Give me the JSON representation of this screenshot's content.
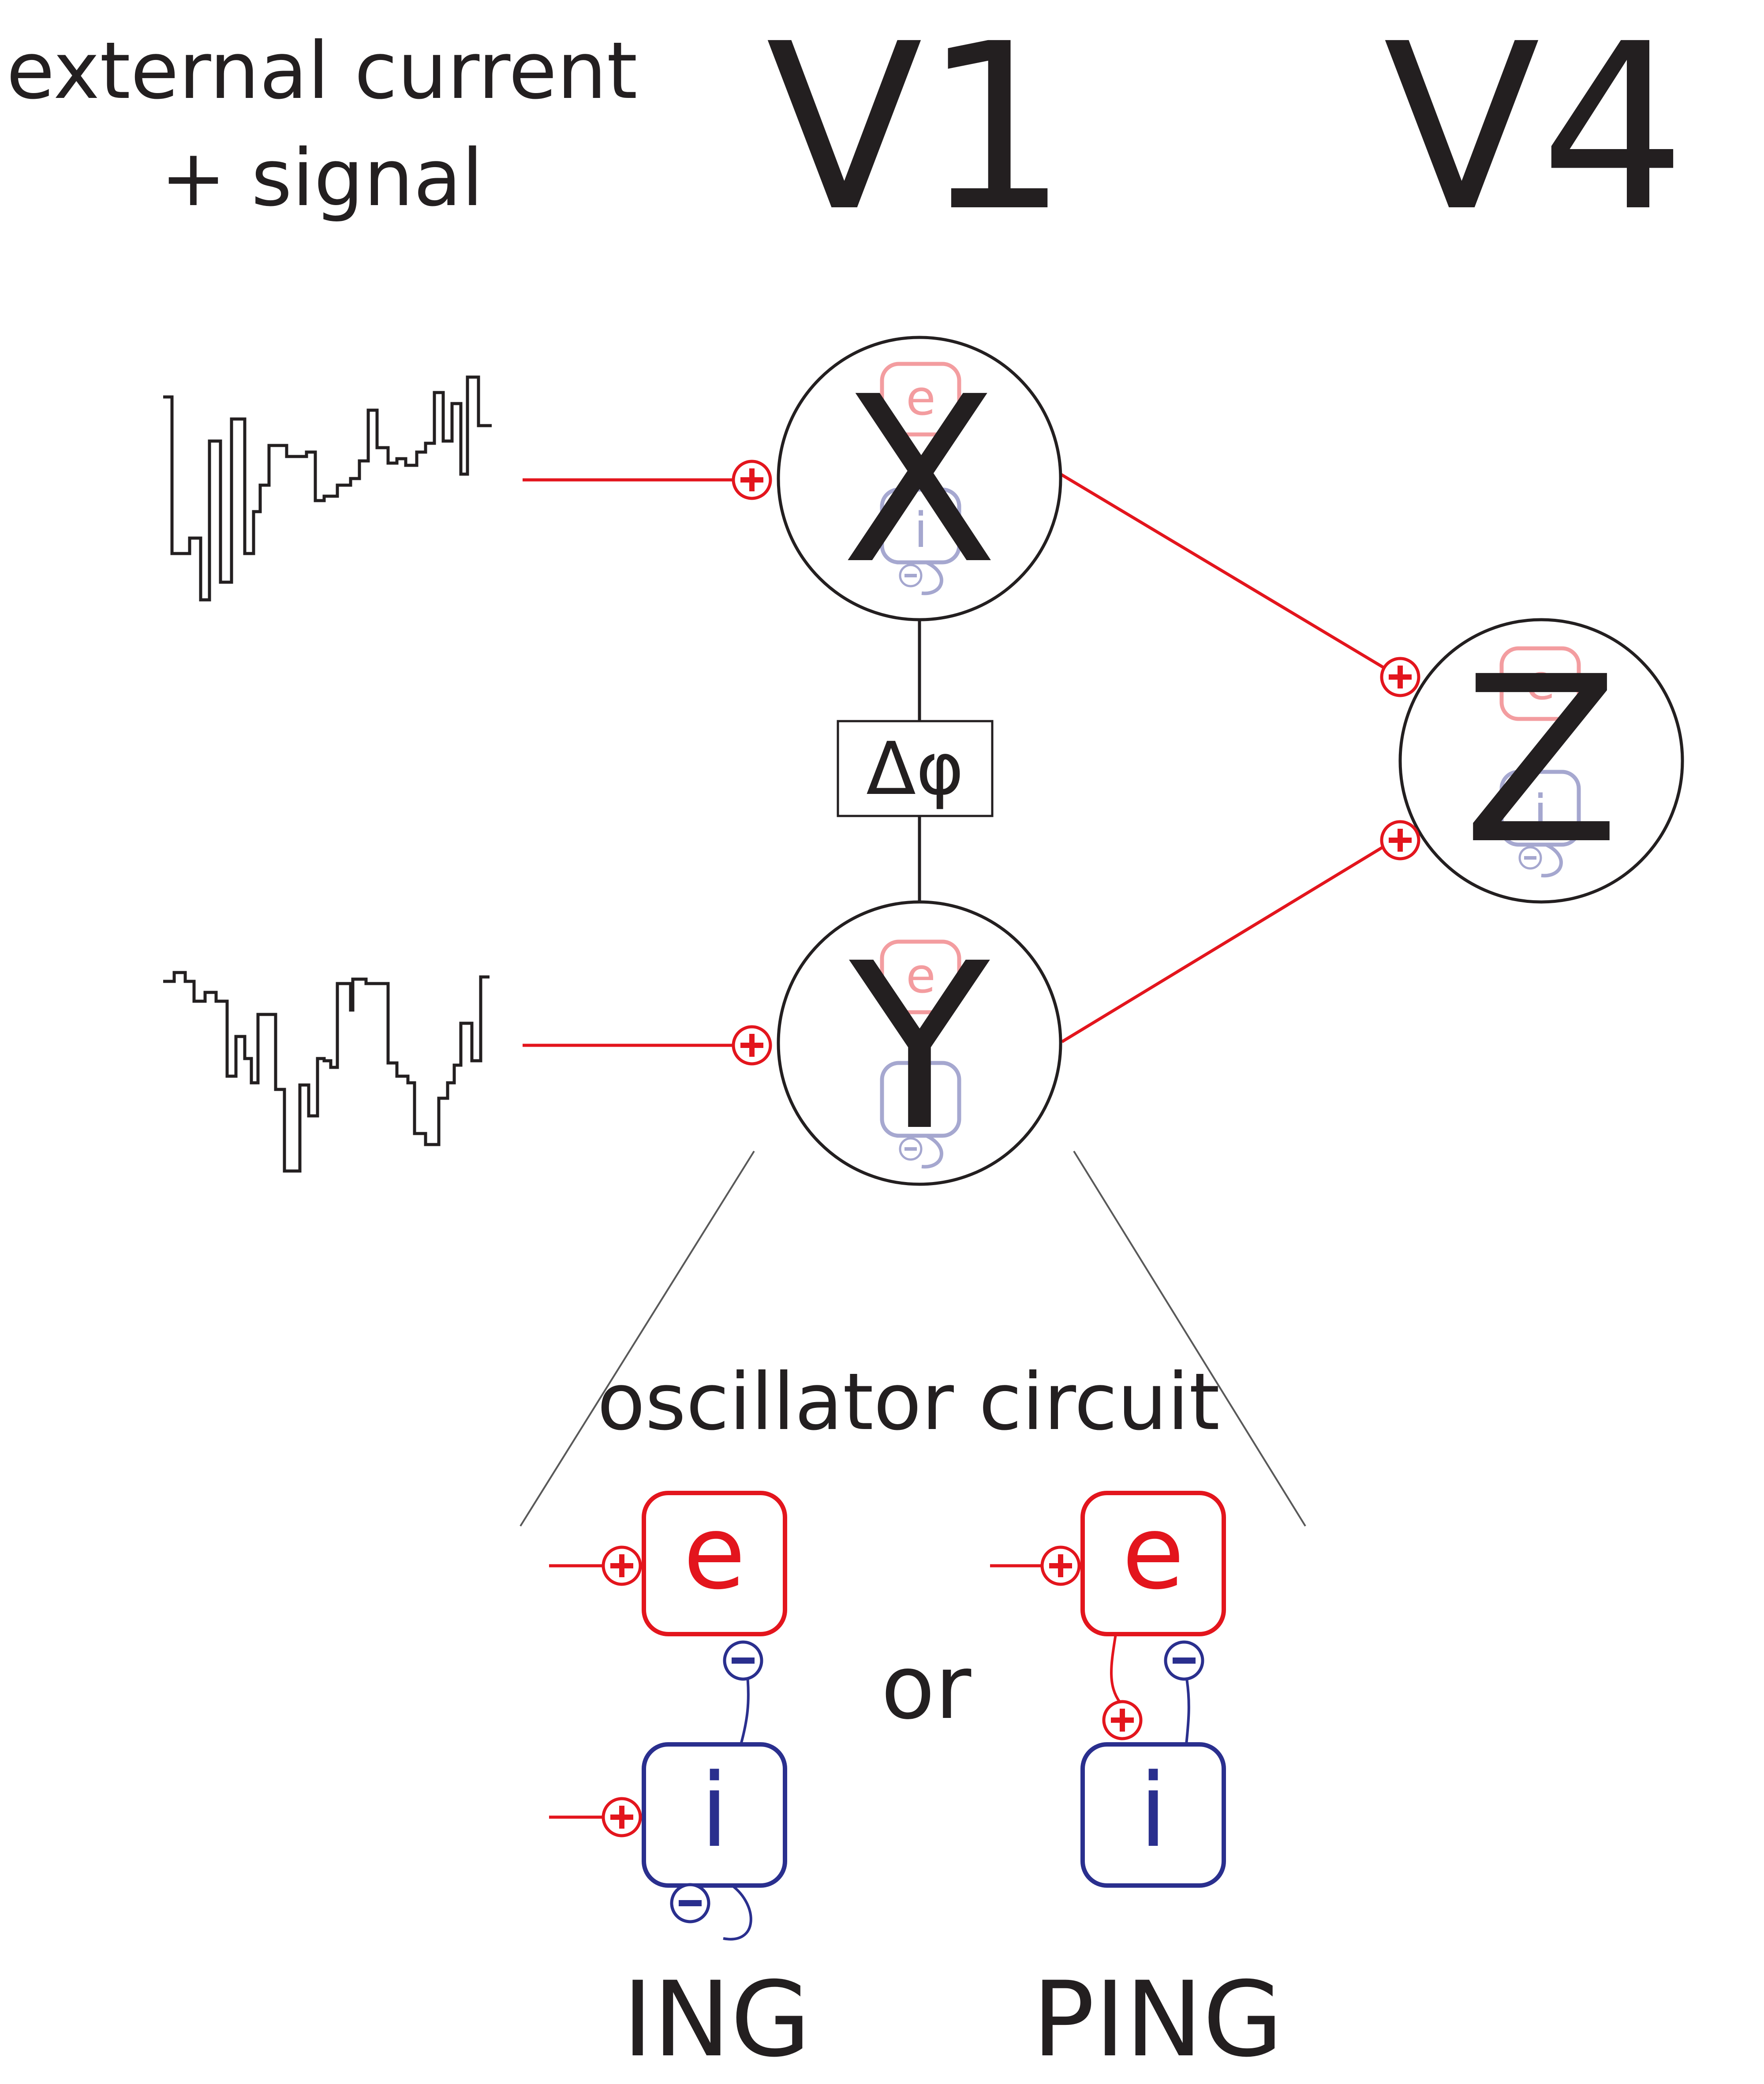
{
  "header": {
    "input_label_line1": "external current",
    "input_label_line2": "+ signal",
    "v1_label": "V1",
    "v4_label": "V4"
  },
  "nodes": {
    "x_label": "X",
    "y_label": "Y",
    "z_label": "Z"
  },
  "phase_box_label": "Δφ",
  "oscillator": {
    "title": "oscillator circuit",
    "or_label": "or",
    "e_label": "e",
    "i_label": "i",
    "ing_label": "ING",
    "ping_label": "PING"
  },
  "synapse_signs": {
    "plus": "+",
    "minus": "−"
  },
  "colors": {
    "excitatory": "#e3151d",
    "inhibitory": "#2a2f8e",
    "text": "#231f20"
  }
}
